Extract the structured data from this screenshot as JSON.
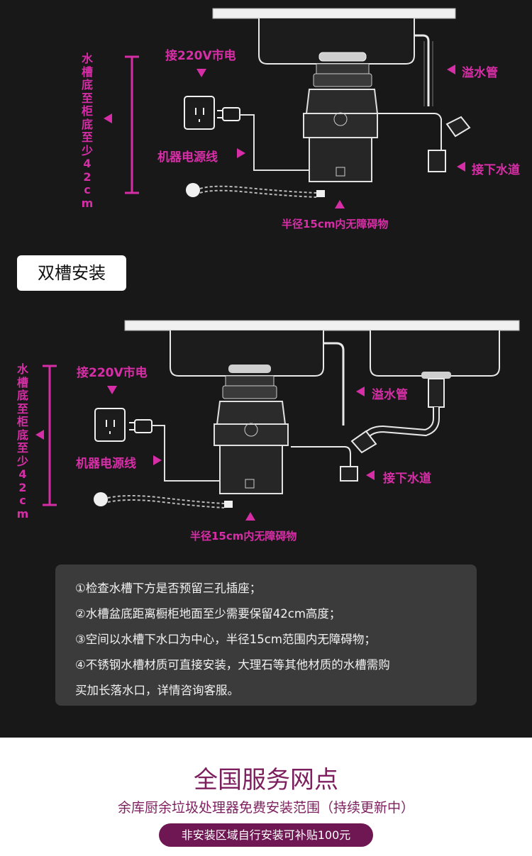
{
  "single_sink": {
    "height_note": "水槽底至柜底至少42cm",
    "power_label": "接220V市电",
    "cord_label": "机器电源线",
    "overflow_label": "溢水管",
    "drain_label": "接下水道",
    "clearance_label": "半径15cm内无障碍物"
  },
  "double_sink_tag": "双槽安装",
  "double_sink": {
    "height_note": "水槽底至柜底至少42cm",
    "power_label": "接220V市电",
    "cord_label": "机器电源线",
    "overflow_label": "溢水管",
    "drain_label": "接下水道",
    "clearance_label": "半径15cm内无障碍物"
  },
  "notes": [
    "①检查水槽下方是否预留三孔插座；",
    "②水槽盆底距离橱柜地面至少需要保留42cm高度；",
    "③空间以水槽下水口为中心，半径15cm范围内无障碍物；",
    "④不锈钢水槽材质可直接安装，大理石等其他材质的水槽需购",
    "买加长落水口，详情咨询客服。"
  ],
  "footer": {
    "title": "全国服务网点",
    "subtitle": "余库厨余垃圾处理器免费安装范围（持续更新中）",
    "badge": "非安装区域自行安装可补贴100元"
  },
  "colors": {
    "accent": "#d62ea6",
    "footer": "#7d1f5e",
    "dark_bg": "#191818",
    "notes_bg": "#3b3b3b"
  }
}
